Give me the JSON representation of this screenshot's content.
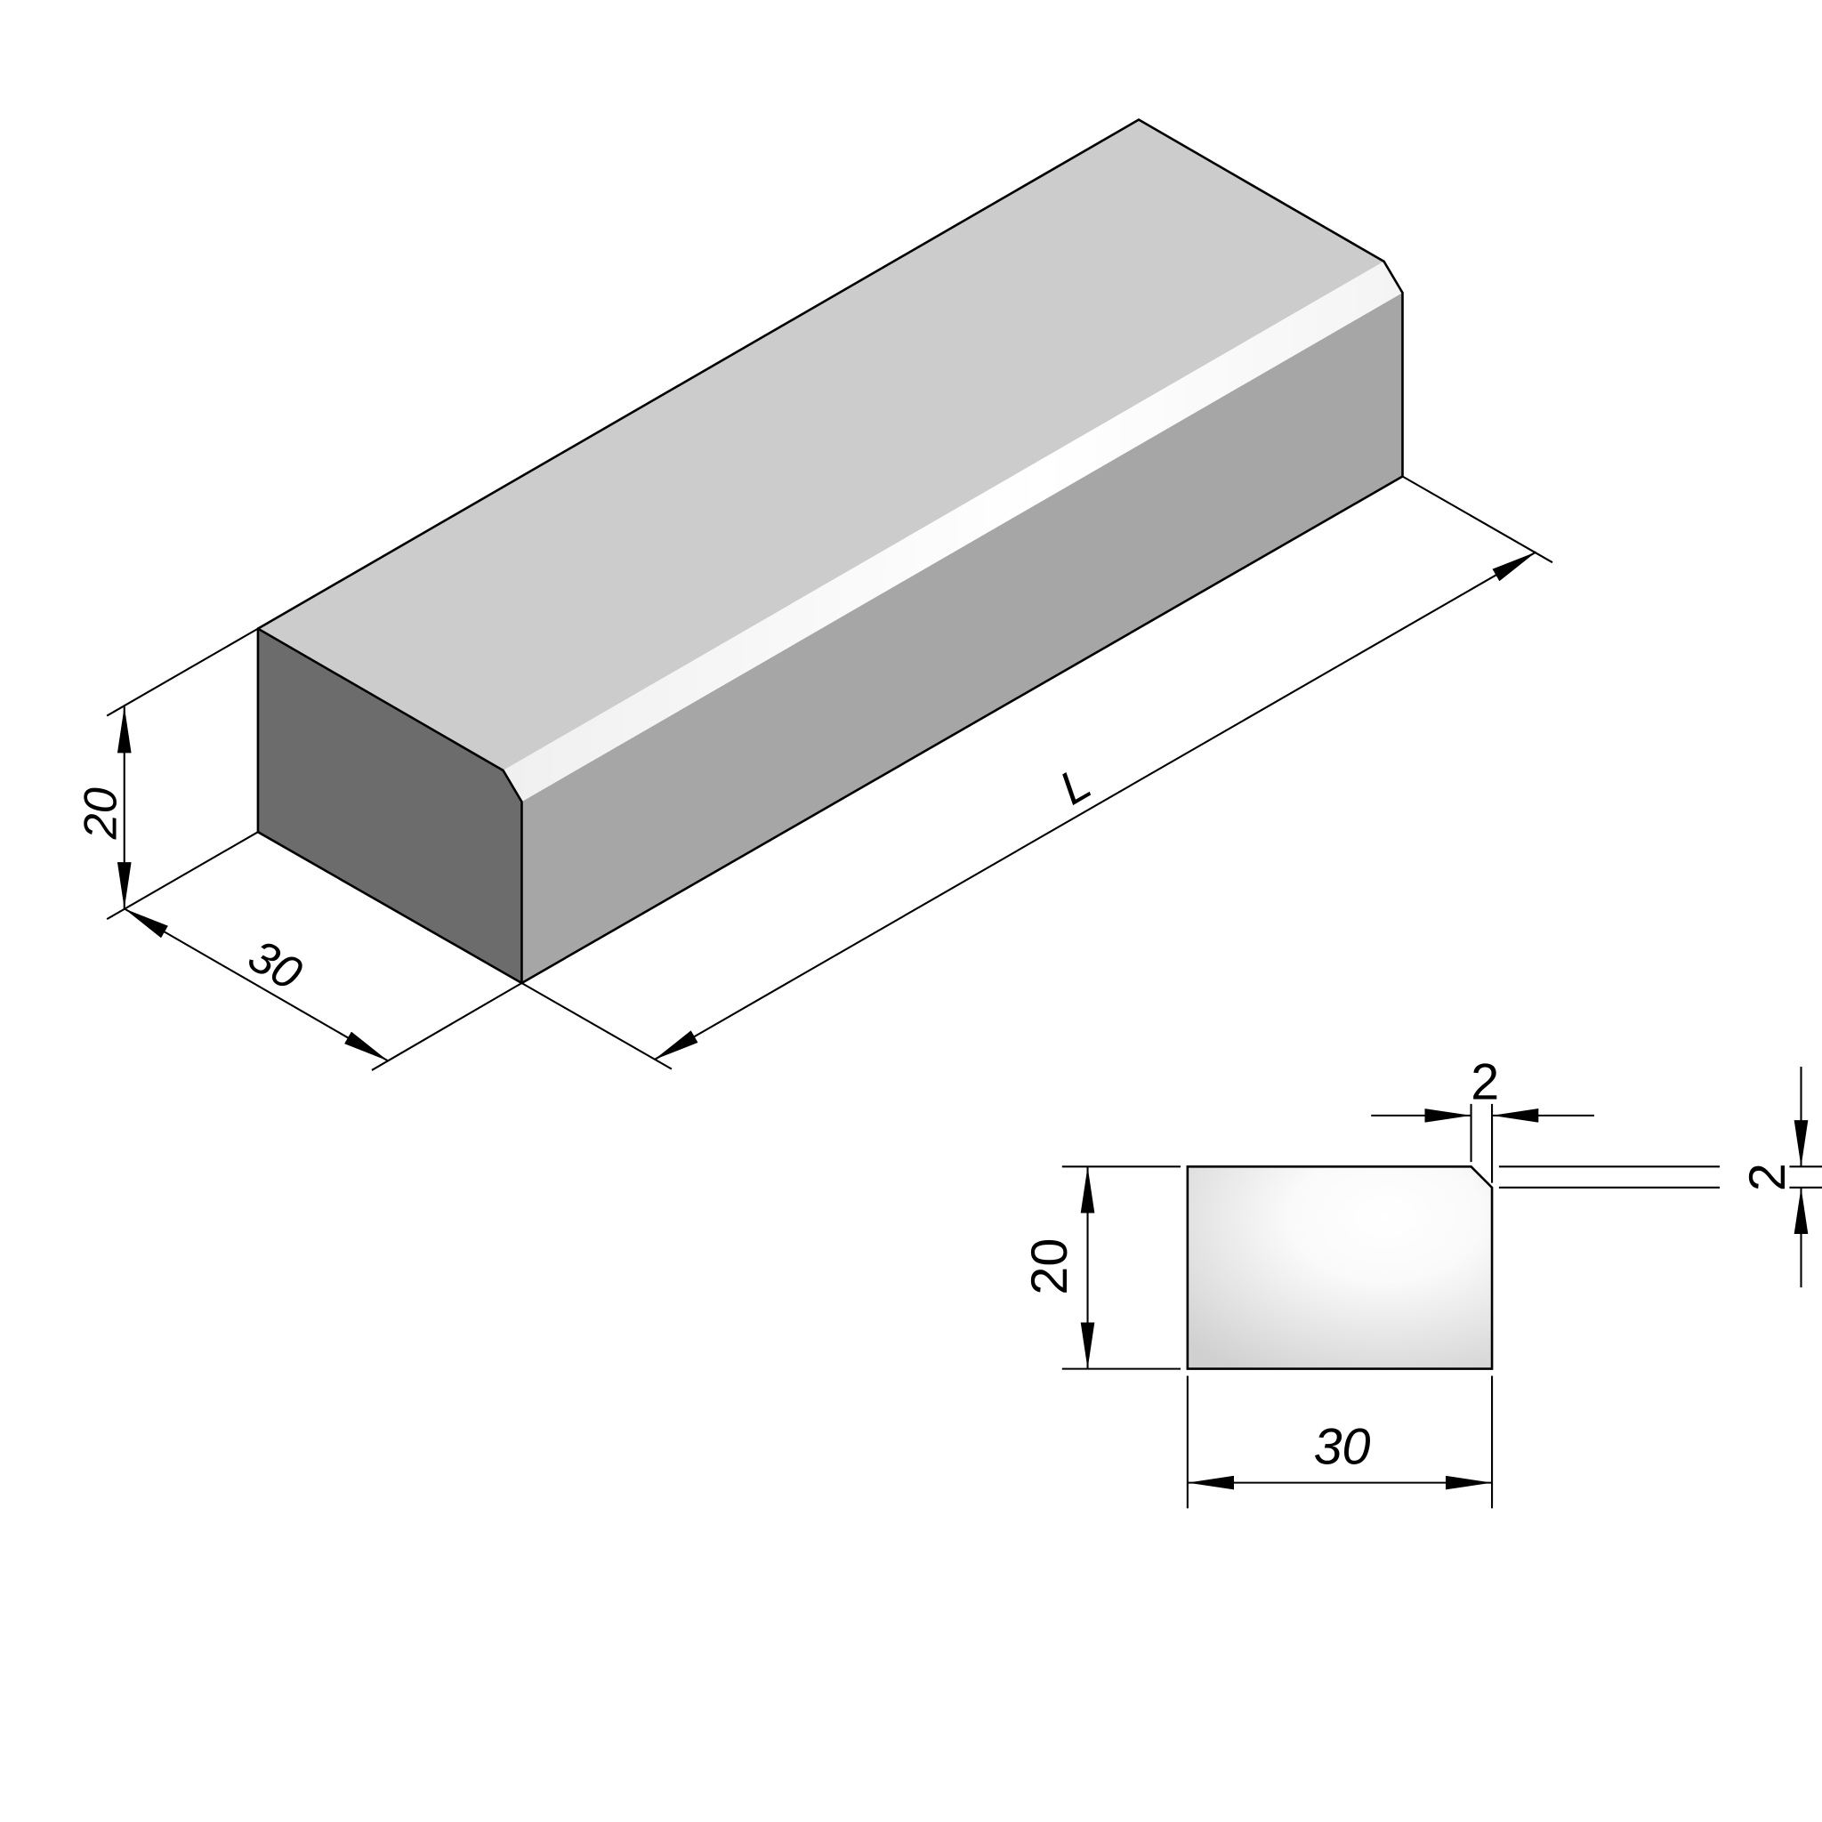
{
  "isometric_view": {
    "height_label": "20",
    "width_label": "30",
    "length_label": "L"
  },
  "section_view": {
    "height_label": "20",
    "width_label": "30",
    "chamfer_horizontal_label": "2",
    "chamfer_vertical_label": "2"
  },
  "colors": {
    "top_face": "#cccccc",
    "side_face": "#a6a6a6",
    "end_face": "#6c6c6c",
    "chamfer_highlight": "#ffffff"
  }
}
